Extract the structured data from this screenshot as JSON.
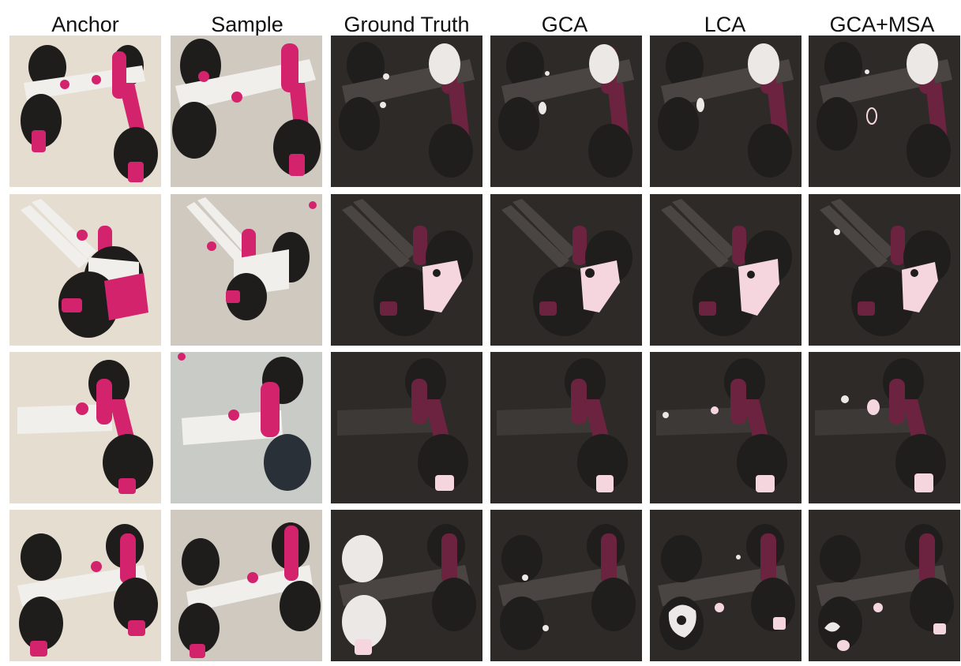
{
  "columns": [
    "Anchor",
    "Sample",
    "Ground Truth",
    "GCA",
    "LCA",
    "GCA+MSA"
  ],
  "colors": {
    "anchor_bg": "#e4ddd0",
    "sample_bg": "#cfc9c0",
    "sample_bg_row3": "#c9ccc6",
    "mask_bg": "#2d2a27",
    "toy_pink": "#d3236c",
    "toy_dark_pink": "#6b2340",
    "tire_black": "#1e1d1b",
    "mask_tire": "#201e1c",
    "white_part": "#f1efec",
    "mask_part": "#4a4542",
    "highlight_white": "#ebe8e6",
    "highlight_pink": "#f5d6df"
  },
  "rows": [
    {
      "index": 1,
      "highlight": "top-right-wheel-and-small-spots"
    },
    {
      "index": 2,
      "highlight": "white-side-plate"
    },
    {
      "index": 3,
      "highlight": "pink-axle-end-and-small-spots"
    },
    {
      "index": 4,
      "highlight": "left-wheels"
    }
  ]
}
